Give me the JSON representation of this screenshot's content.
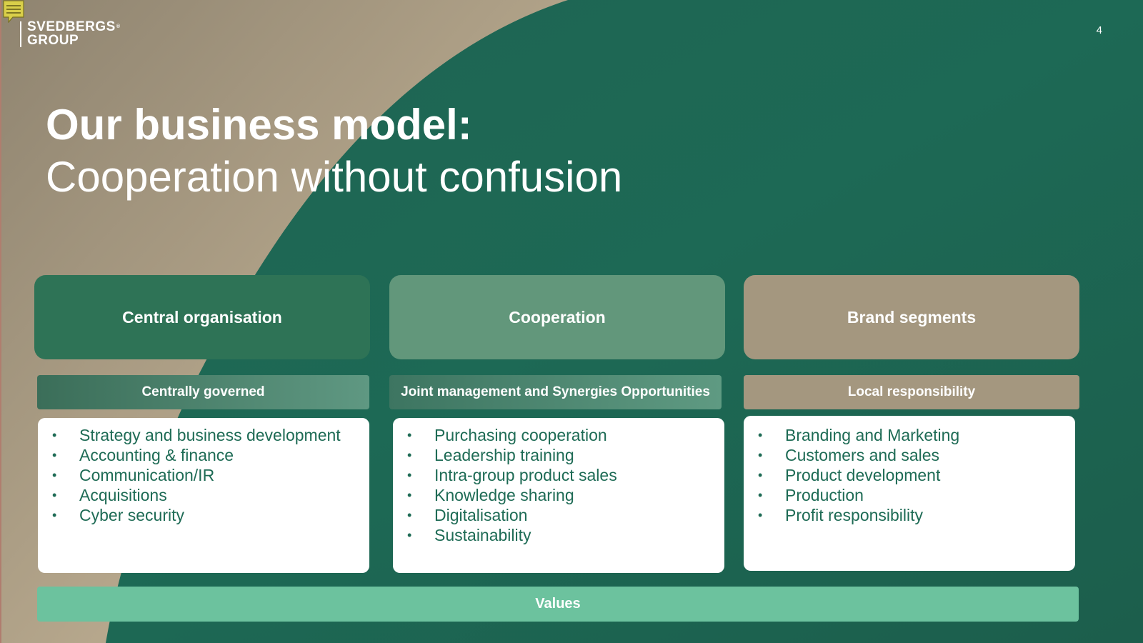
{
  "header": {
    "logo_line1": "SVEDBERGS",
    "logo_line2": "GROUP",
    "page_number": "4"
  },
  "title": {
    "line1": "Our business model:",
    "line2": "Cooperation without confusion"
  },
  "columns": [
    {
      "header": "Central organisation",
      "subheader": "Centrally governed",
      "items": [
        "Strategy and business development",
        "Accounting & finance",
        "Communication/IR",
        "Acquisitions",
        "Cyber security"
      ]
    },
    {
      "header": "Cooperation",
      "subheader": "Joint management and Synergies Opportunities",
      "items": [
        "Purchasing cooperation",
        "Leadership training",
        "Intra-group product sales",
        "Knowledge sharing",
        "Digitalisation",
        "Sustainability"
      ]
    },
    {
      "header": "Brand segments",
      "subheader": "Local responsibility",
      "items": [
        "Branding and Marketing",
        "Customers and sales",
        "Product development",
        "Production",
        "Profit responsibility"
      ]
    }
  ],
  "footer": {
    "values_label": "Values"
  },
  "colors": {
    "dark_green": "#2e7356",
    "mid_green": "#62977b",
    "beige": "#a4977f",
    "light_green": "#6cc29e",
    "text_green": "#1e6b55"
  },
  "icons": {
    "comment": "comment-note-icon"
  }
}
